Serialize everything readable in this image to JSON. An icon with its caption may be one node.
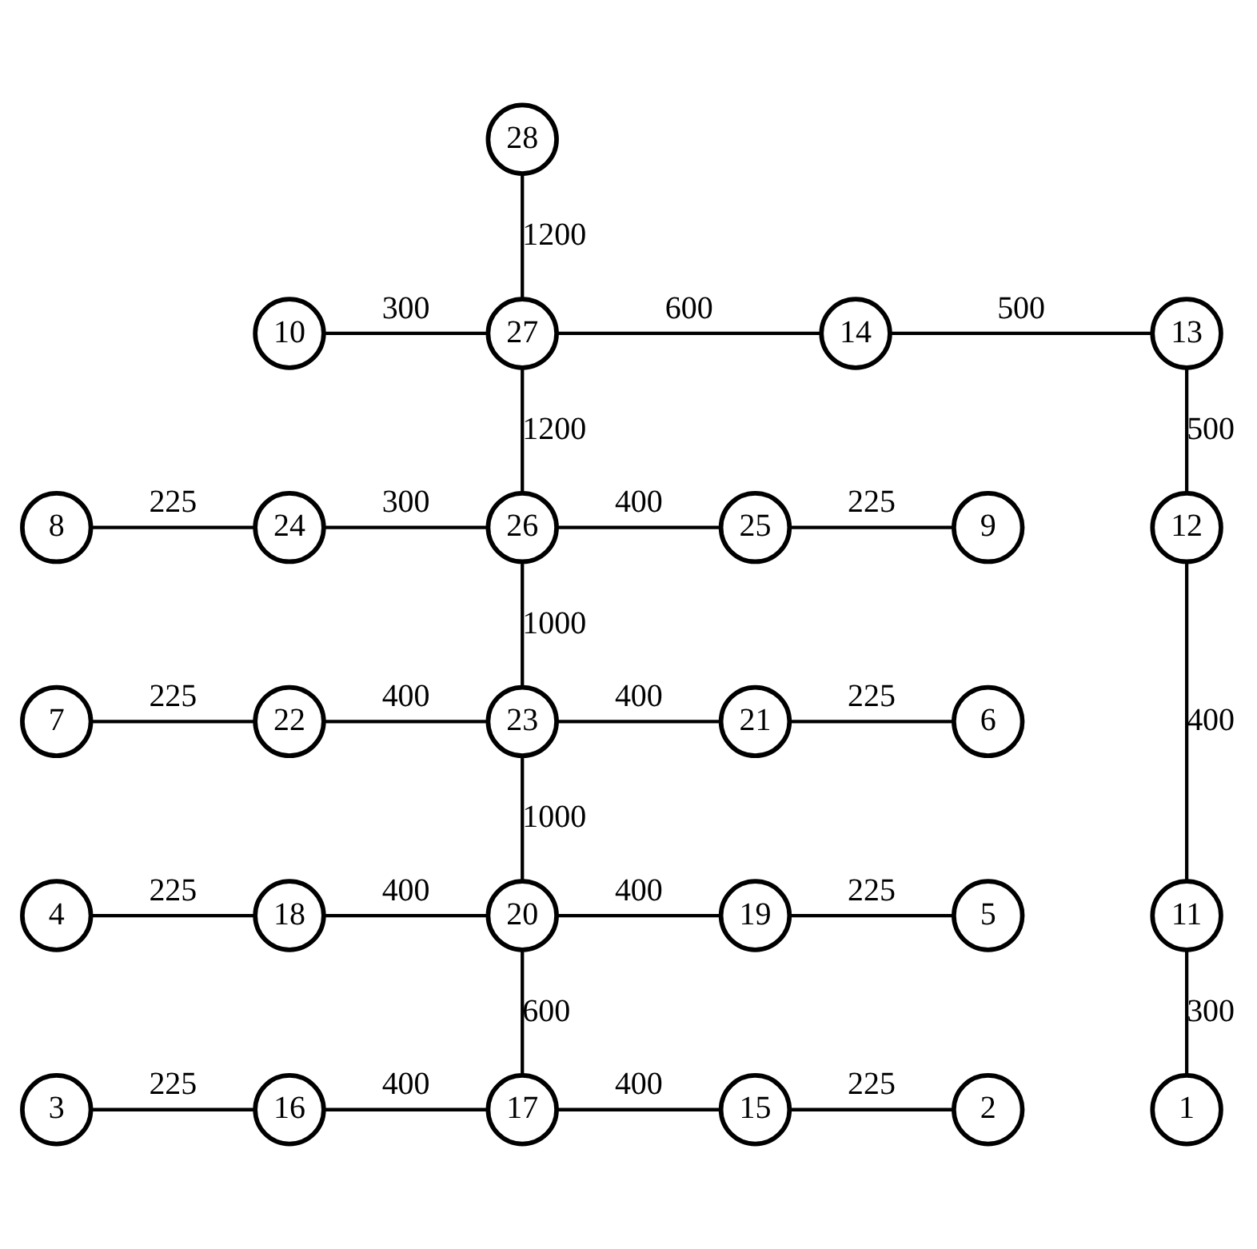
{
  "diagram": {
    "nodes": [
      {
        "text": [
          "28"
        ]
      },
      {
        "text": [
          "10"
        ]
      },
      {
        "text": [
          "27"
        ]
      },
      {
        "text": [
          "14"
        ]
      },
      {
        "text": [
          "13"
        ]
      },
      {
        "text": [
          "8"
        ]
      },
      {
        "text": [
          "24"
        ]
      },
      {
        "text": [
          "26"
        ]
      },
      {
        "text": [
          "25"
        ]
      },
      {
        "text": [
          "9"
        ]
      },
      {
        "text": [
          "12"
        ]
      },
      {
        "text": [
          "7"
        ]
      },
      {
        "text": [
          "22"
        ]
      },
      {
        "text": [
          "23"
        ]
      },
      {
        "text": [
          "21"
        ]
      },
      {
        "text": [
          "6"
        ]
      },
      {
        "text": [
          "4"
        ]
      },
      {
        "text": [
          "18"
        ]
      },
      {
        "text": [
          "20"
        ]
      },
      {
        "text": [
          "19"
        ]
      },
      {
        "text": [
          "5"
        ]
      },
      {
        "text": [
          "11"
        ]
      },
      {
        "text": [
          "3"
        ]
      },
      {
        "text": [
          "16"
        ]
      },
      {
        "text": [
          "17"
        ]
      },
      {
        "text": [
          "15"
        ]
      },
      {
        "text": [
          "2"
        ]
      },
      {
        "text": [
          "1"
        ]
      }
    ],
    "edges": [
      {
        "from": 0,
        "to": 2,
        "arrow": "none",
        "label": "1200"
      },
      {
        "from": 1,
        "to": 2,
        "arrow": "none",
        "label": "300"
      },
      {
        "from": 2,
        "to": 3,
        "arrow": "none",
        "label": "600"
      },
      {
        "from": 3,
        "to": 4,
        "arrow": "none",
        "label": "500"
      },
      {
        "from": 4,
        "to": 10,
        "arrow": "none",
        "label": "500"
      },
      {
        "from": 10,
        "to": 21,
        "arrow": "none",
        "label": "400"
      },
      {
        "from": 21,
        "to": 27,
        "arrow": "none",
        "label": "300"
      },
      {
        "from": 2,
        "to": 7,
        "arrow": "none",
        "label": "1200"
      },
      {
        "from": 5,
        "to": 6,
        "arrow": "none",
        "label": "225"
      },
      {
        "from": 6,
        "to": 7,
        "arrow": "none",
        "label": "300"
      },
      {
        "from": 7,
        "to": 8,
        "arrow": "none",
        "label": "400"
      },
      {
        "from": 8,
        "to": 9,
        "arrow": "none",
        "label": "225"
      },
      {
        "from": 7,
        "to": 13,
        "arrow": "none",
        "label": "1000"
      },
      {
        "from": 11,
        "to": 12,
        "arrow": "none",
        "label": "225"
      },
      {
        "from": 12,
        "to": 13,
        "arrow": "none",
        "label": "400"
      },
      {
        "from": 13,
        "to": 14,
        "arrow": "none",
        "label": "400"
      },
      {
        "from": 14,
        "to": 15,
        "arrow": "none",
        "label": "225"
      },
      {
        "from": 13,
        "to": 18,
        "arrow": "none",
        "label": "1000"
      },
      {
        "from": 16,
        "to": 17,
        "arrow": "none",
        "label": "225"
      },
      {
        "from": 17,
        "to": 18,
        "arrow": "none",
        "label": "400"
      },
      {
        "from": 18,
        "to": 19,
        "arrow": "none",
        "label": "400"
      },
      {
        "from": 19,
        "to": 20,
        "arrow": "none",
        "label": "225"
      },
      {
        "from": 18,
        "to": 24,
        "arrow": "none",
        "label": "600"
      },
      {
        "from": 22,
        "to": 23,
        "arrow": "none",
        "label": "225"
      },
      {
        "from": 23,
        "to": 24,
        "arrow": "none",
        "label": "400"
      },
      {
        "from": 24,
        "to": 25,
        "arrow": "none",
        "label": "400"
      },
      {
        "from": 25,
        "to": 26,
        "arrow": "none",
        "label": "225"
      }
    ]
  }
}
